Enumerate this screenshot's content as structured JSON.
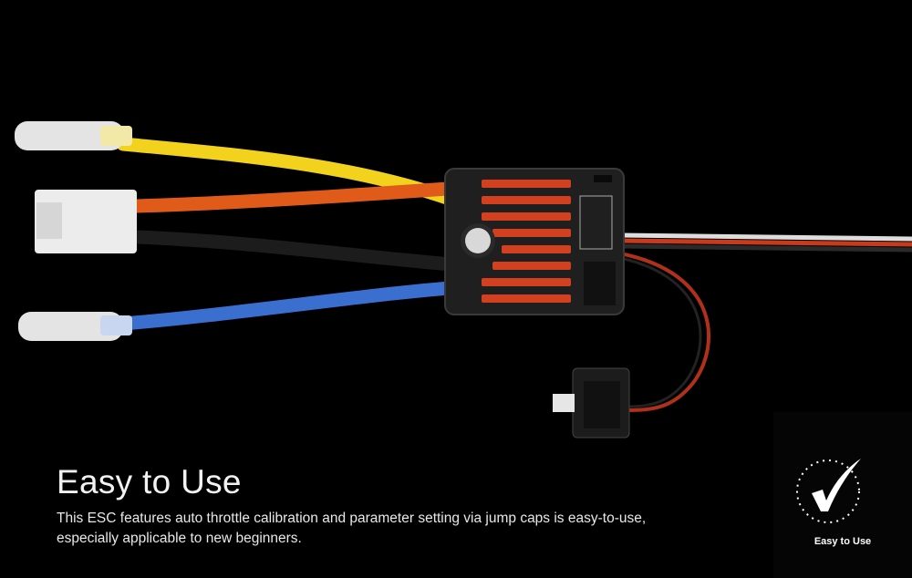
{
  "headline": {
    "title": "Easy to Use",
    "description_line1": "This ESC features auto throttle calibration and parameter setting via jump caps is easy-to-use,",
    "description_line2": "especially applicable to new beginners."
  },
  "badge": {
    "icon": "check-dial-icon",
    "label": "Easy to Use"
  },
  "colors": {
    "background": "#000000",
    "heatsink": "#d2401f",
    "wire_yellow": "#f2d21c",
    "wire_orange": "#e05a1a",
    "wire_black": "#1a1a1a",
    "wire_blue": "#3a6fd0"
  }
}
